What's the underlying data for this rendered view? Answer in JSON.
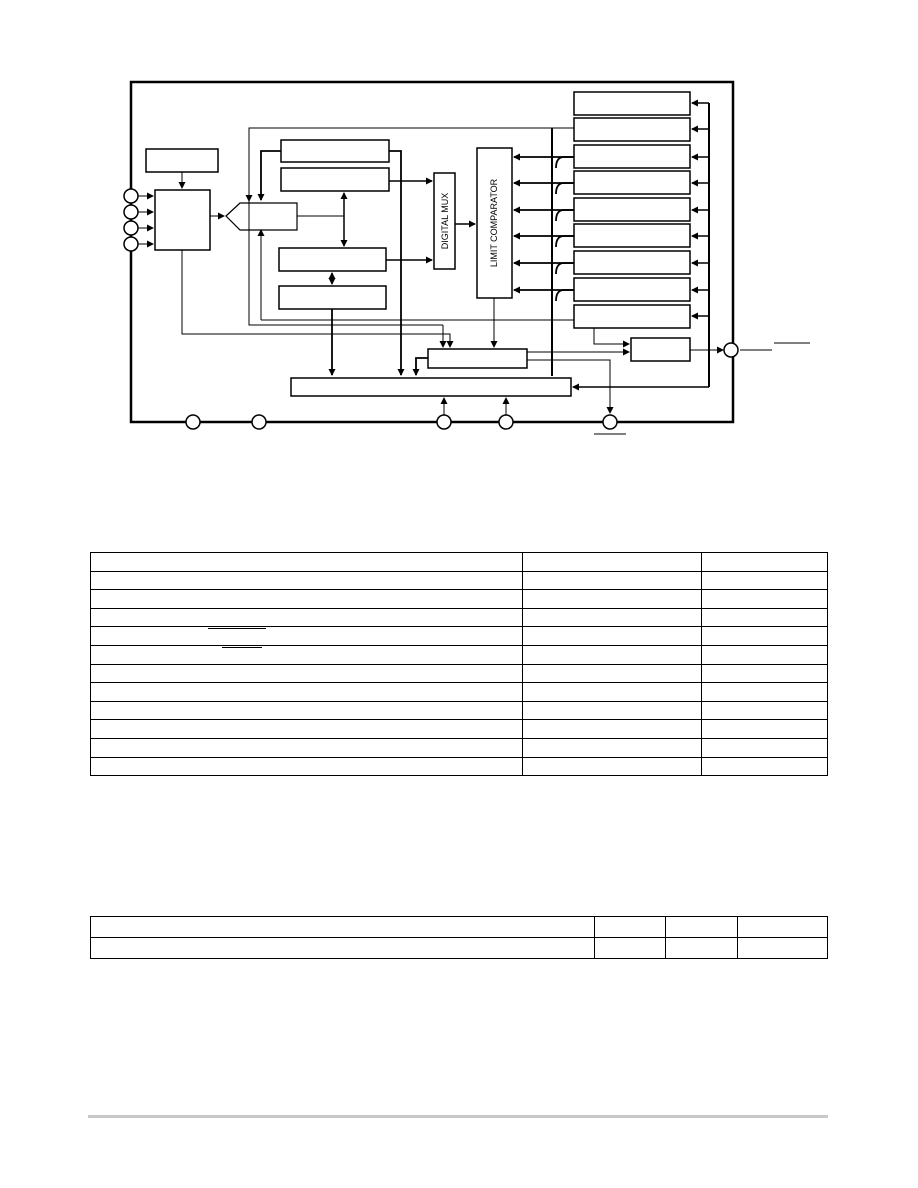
{
  "diagram": {
    "labels": {
      "digital_mux": "DIGITAL MUX",
      "limit_comparator": "LIMIT COMPARATOR"
    }
  },
  "tables": {
    "table1": {
      "rows": 12,
      "columns": 3
    },
    "table2": {
      "rows": 2,
      "columns": 4
    }
  }
}
